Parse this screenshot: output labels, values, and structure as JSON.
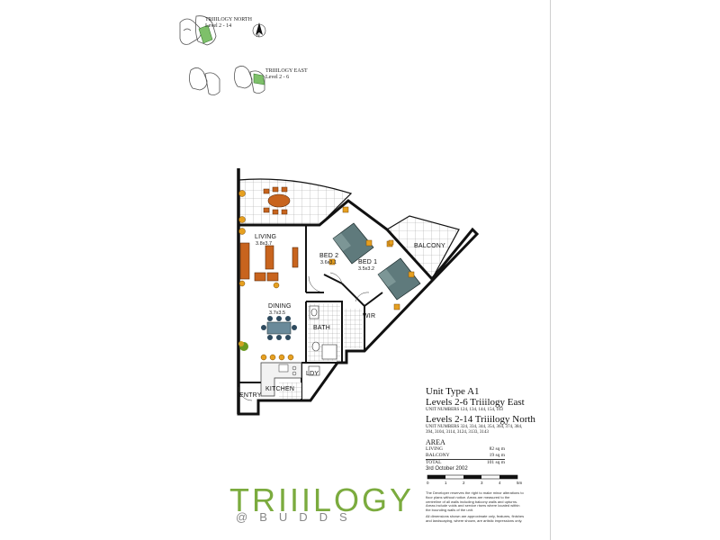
{
  "key_plans": {
    "north": {
      "title": "TRIIILOGY NORTH",
      "levels": "Level 2 - 14"
    },
    "east": {
      "title": "TRIIILOGY EAST",
      "levels": "Level 2 - 6"
    },
    "north_arrow": "N"
  },
  "rooms": {
    "living": {
      "name": "LIVING",
      "dim": "3.8x3.7"
    },
    "bed2": {
      "name": "BED 2",
      "dim": "3.6x3.1"
    },
    "bed1": {
      "name": "BED 1",
      "dim": "3.5x3.2"
    },
    "balcony": {
      "name": "BALCONY"
    },
    "dining": {
      "name": "DINING",
      "dim": "3.7x3.5"
    },
    "bath": {
      "name": "BATH"
    },
    "wir": {
      "name": "WIR"
    },
    "ldy": {
      "name": "LDY"
    },
    "kitchen": {
      "name": "KITCHEN"
    },
    "entry": {
      "name": "ENTRY"
    }
  },
  "info": {
    "unit_type": "Unit Type A1",
    "east_levels": "Levels 2-6 Triiilogy East",
    "east_units": "UNIT NUMBERS 124, 134, 144, 154, 163",
    "north_levels": "Levels 2-14 Triiilogy North",
    "north_units_1": "UNIT NUMBERS 324, 334, 344, 354, 364, 374, 384,",
    "north_units_2": "394, 3104, 3114, 3124, 3133, 3143",
    "area_heading": "AREA",
    "area_rows": [
      {
        "label": "LIVING",
        "value": "82 sq m"
      },
      {
        "label": "BALCONY",
        "value": "19 sq m"
      },
      {
        "label": "TOTAL",
        "value": "101 sq m"
      }
    ],
    "date": "3rd October 2002",
    "scale_labels": [
      "0",
      "1",
      "2",
      "3",
      "4",
      "5m"
    ],
    "disclaimer_1": "The Developer reserves the right to make minor alterations to floor plans without notice. Areas are measured to the centreline of all walls including balcony walls and upturns. Areas include voids and service risers where located within the bounding walls of the unit.",
    "disclaimer_2": "All dimensions shown are approximate only, features, finishes and landscaping, where shown, are artistic impressions only."
  },
  "logo": {
    "main": "TRIIILOGY",
    "sub": "@BUDDS"
  },
  "colors": {
    "green": "#7bab3e",
    "wood": "#c8641e",
    "bed": "#5f7a7c",
    "tile": "#9a9a9a",
    "wall": "#111111"
  }
}
